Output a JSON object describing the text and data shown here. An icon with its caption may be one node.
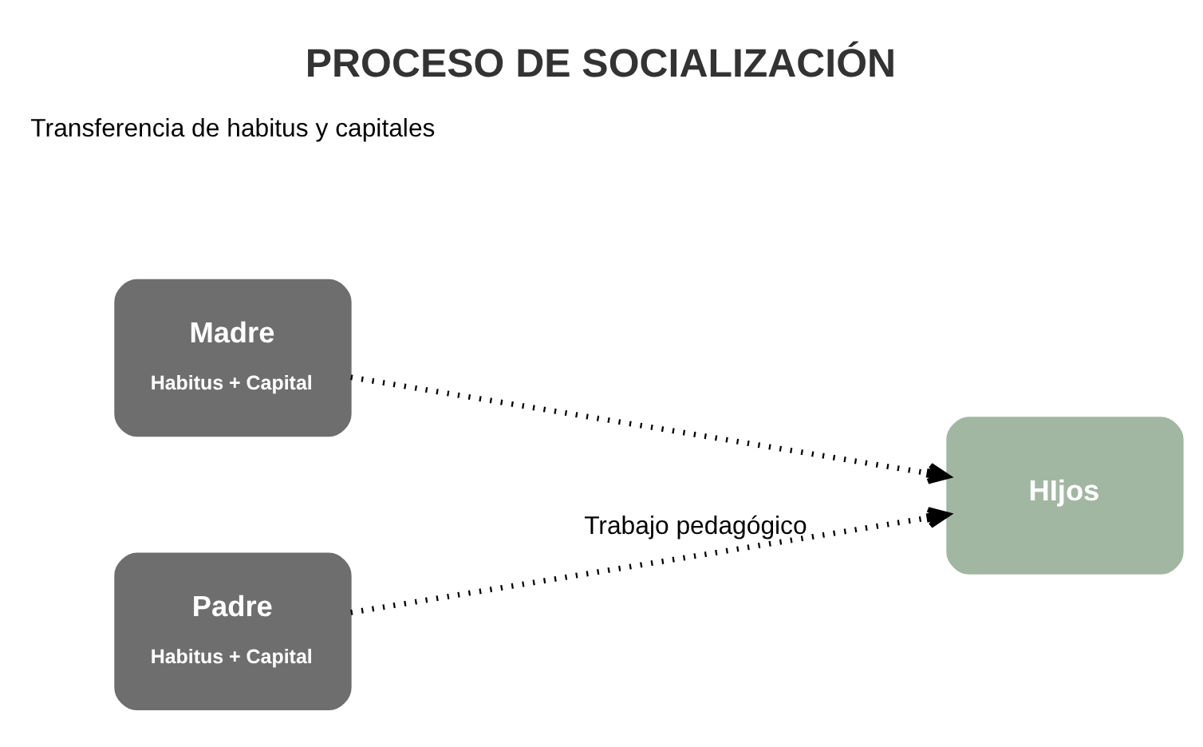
{
  "diagram": {
    "title": "PROCESO DE SOCIALIZACIÓN",
    "nodes": [
      {
        "text": [
          "Madre",
          "Habitus + Capital"
        ]
      },
      {
        "text": [
          "Padre",
          "Habitus + Capital"
        ]
      },
      {
        "text": [
          "HIjos"
        ]
      }
    ],
    "edges": [
      {
        "from": 0,
        "to": 2,
        "arrow": "to",
        "style": "dashed"
      },
      {
        "from": 1,
        "to": 2,
        "arrow": "to",
        "style": "dashed",
        "label": "Trabajo pedagógico"
      }
    ],
    "labels": [
      "Transferencia de habitus y capitales"
    ]
  }
}
